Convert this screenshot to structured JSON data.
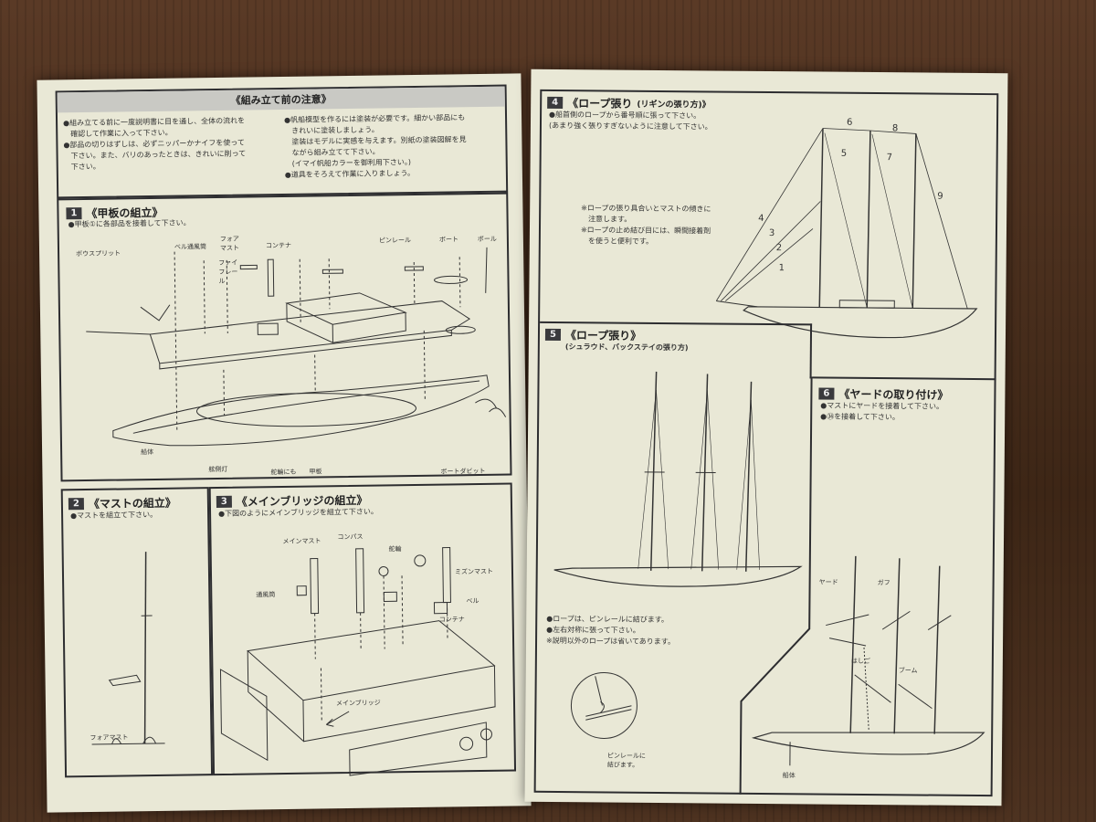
{
  "left": {
    "caution": {
      "title": "《組み立て前の注意》",
      "col1": [
        "●組み立てる前に一度説明書に目を通し、全体の流れを",
        "　確認して作業に入って下さい。",
        "●部品の切りはずしは、必ずニッパーかナイフを使って",
        "　下さい。また、バリのあったときは、きれいに削って",
        "　下さい。"
      ],
      "col2": [
        "●帆船模型を作るには塗装が必要です。細かい部品にも",
        "　きれいに塗装しましょう。",
        "　塗装はモデルに実感を与えます。別紙の塗装図解を見",
        "　ながら組み立てて下さい。",
        "　(イマイ帆船カラーを御利用下さい。)",
        "●道具をそろえて作業に入りましょう。"
      ]
    },
    "step1": {
      "num": "1",
      "title": "《甲板の組立》",
      "note": "●甲板①に各部品を接着して下さい。",
      "labels": {
        "bowsprit": "ボウスプリット",
        "bell": "ベル",
        "vent": "通風筒",
        "fore_mast": "フォアマスト",
        "fife_rail": "ファイフレール",
        "container": "コンテナ",
        "pin_rail": "ピンレール",
        "boat": "ボート",
        "pole": "ポール",
        "hull": "船体",
        "side_light": "舷側灯",
        "rudder": "舵輪にも",
        "deck": "甲板",
        "boat_davit": "ボートダビット"
      }
    },
    "step2": {
      "num": "2",
      "title": "《マストの組立》",
      "note": "●マストを組立て下さい。",
      "fore_mast": "フォアマスト"
    },
    "step3": {
      "num": "3",
      "title": "《メインブリッジの組立》",
      "note": "●下図のようにメインブリッジを組立て下さい。",
      "labels": {
        "main_mast": "メインマスト",
        "compass": "コンパス",
        "wheel": "舵輪",
        "mizzen_mast": "ミズンマスト",
        "bell": "ベル",
        "container": "コンテナ",
        "vent": "通風筒",
        "main_bridge": "メインブリッジ"
      }
    }
  },
  "right": {
    "step4": {
      "num": "4",
      "title": "《ロープ張り",
      "subtitle": "(リギンの張り方)》",
      "note1": [
        "●船首側のロープから番号順に張って下さい。",
        "(あまり強く張りすぎないように注意して下さい。"
      ],
      "note2": [
        "※ロープの張り具合いとマストの傾きに",
        "　注意します。",
        "※ロープの止め結び目には、瞬間接着剤",
        "　を使うと便利です。"
      ],
      "rope_numbers": [
        "1",
        "2",
        "3",
        "4",
        "5",
        "6",
        "7",
        "8",
        "9"
      ]
    },
    "step5": {
      "num": "5",
      "title": "《ロープ張り》",
      "subtitle": "(シュラウド、バックステイの張り方)",
      "notes": [
        "●ロープは、ピンレールに結びます。",
        "●左右対称に張って下さい。",
        "※説明以外のロープは省いてあります。"
      ],
      "pin_caption": [
        "ピンレールに",
        "結びます。"
      ]
    },
    "step6": {
      "num": "6",
      "title": "《ヤードの取り付け》",
      "notes": [
        "●マストにヤードを接着して下さい。",
        "●㉞を接着して下さい。"
      ],
      "labels": {
        "yard": "ヤード",
        "gaff": "ガフ",
        "ladder": "はしご",
        "boom": "ブーム",
        "hull": "船体"
      }
    }
  }
}
